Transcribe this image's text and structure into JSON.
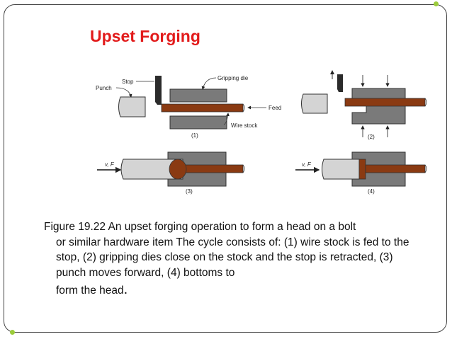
{
  "slide": {
    "title": "Upset Forging",
    "colors": {
      "title": "#e21b1b",
      "accent": "#9ccc3b",
      "die": "#7a7a7a",
      "stock": "#8a3a12",
      "punch": "#d4d4d4"
    }
  },
  "figure": {
    "labels": {
      "stop": "Stop",
      "punch": "Punch",
      "gripping_die": "Gripping die",
      "feed": "Feed",
      "wire_stock": "Wire stock",
      "vf_1": "v, F",
      "vf_2": "v, F"
    },
    "steps": [
      "(1)",
      "(2)",
      "(3)",
      "(4)"
    ]
  },
  "caption": {
    "line1": "Figure 19.22  An upset forging operation to form a head on a bolt",
    "lines_rest": "or similar hardware item  The cycle consists of: (1)  wire stock is fed to the stop, (2)  gripping dies close on the stock and the stop is retracted, (3)  punch moves forward, (4)  bottoms to",
    "last_line": "form the head",
    "period": "."
  }
}
